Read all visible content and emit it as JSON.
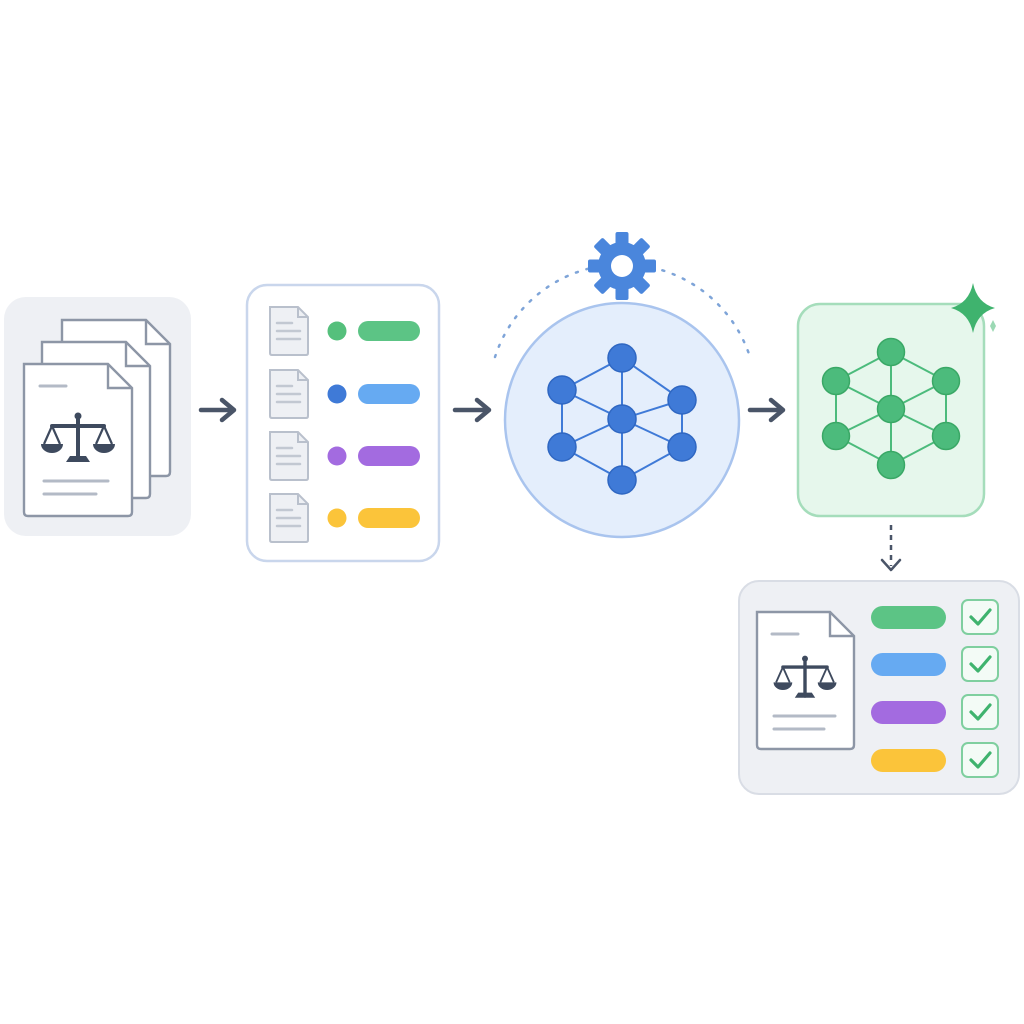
{
  "colors": {
    "background": "#ffffff",
    "panel_gray": "#eef0f4",
    "panel_border": "#d9dde5",
    "outline": "#8d96a6",
    "ink": "#3e4a5e",
    "blue": "#3f7ad7",
    "blue_light": "#e4eefc",
    "blue_border": "#a9c4ee",
    "green": "#4cbb7c",
    "green_light": "#e6f7ec",
    "green_border": "#a5ddbb",
    "purple": "#a36be0",
    "yellow": "#fbc43a",
    "bar_blue": "#66aaf2",
    "bar_green": "#5cc485"
  },
  "stages": [
    {
      "id": "legal-documents",
      "icon": "scales-of-justice-icon"
    },
    {
      "id": "classified-document-list",
      "icon": "document-icon",
      "rows": [
        {
          "dot": "#55c07c",
          "bar": "#5cc485"
        },
        {
          "dot": "#3f7ad7",
          "bar": "#66aaf2"
        },
        {
          "dot": "#a36be0",
          "bar": "#a36be0"
        },
        {
          "dot": "#fbc43a",
          "bar": "#fbc43a"
        }
      ]
    },
    {
      "id": "knowledge-graph-processing",
      "icon": "gear-icon"
    },
    {
      "id": "refined-knowledge-graph",
      "icon": "sparkle-icon"
    }
  ],
  "output": {
    "id": "verified-output",
    "icon": "scales-of-justice-icon",
    "rows": [
      {
        "bar": "#5cc485",
        "status": "check-icon"
      },
      {
        "bar": "#66aaf2",
        "status": "check-icon"
      },
      {
        "bar": "#a36be0",
        "status": "check-icon"
      },
      {
        "bar": "#fbc43a",
        "status": "check-icon"
      }
    ]
  },
  "connectors": [
    "arrow-right-icon",
    "arrow-right-icon",
    "arrow-right-icon",
    "arrow-down-dashed-icon"
  ]
}
